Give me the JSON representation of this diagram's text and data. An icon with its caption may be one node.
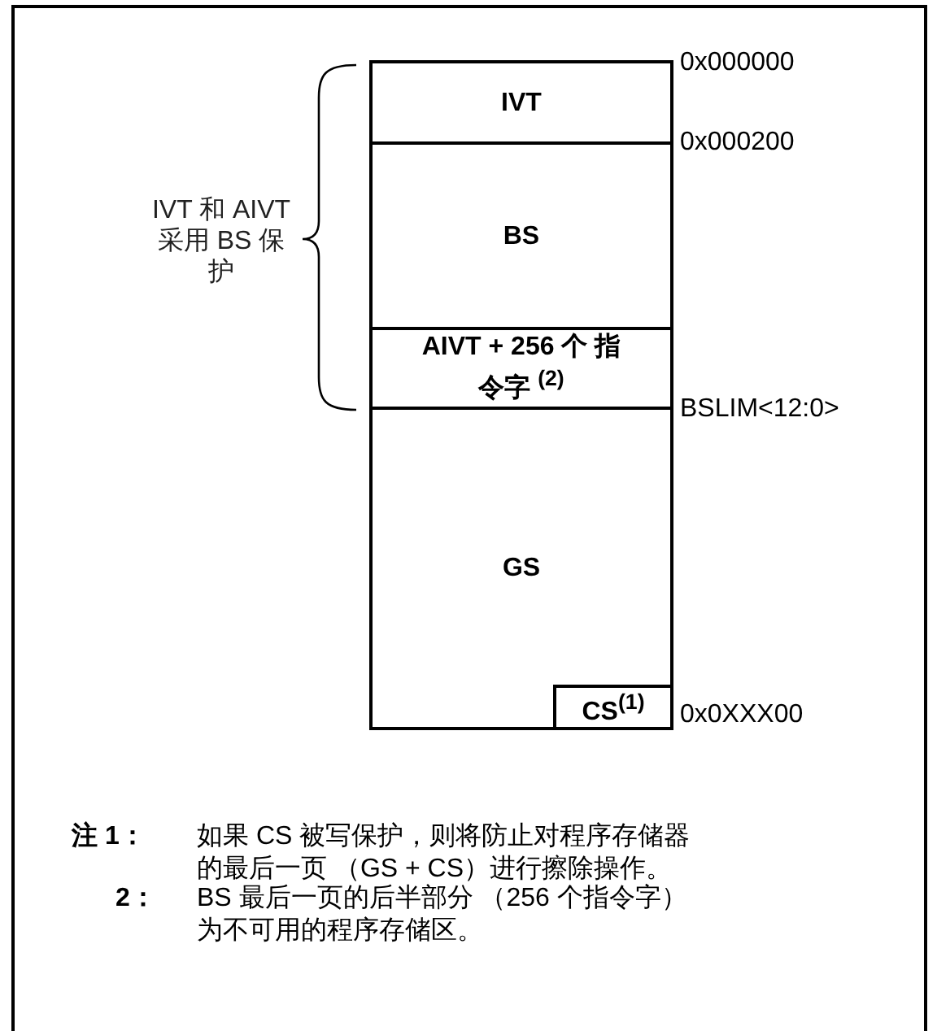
{
  "diagram": {
    "nodes": [
      {
        "text": [
          "IVT"
        ]
      },
      {
        "text": [
          "BS"
        ]
      },
      {
        "text": [
          "AIVT + 256 个 指令字 $^{(2)}$"
        ]
      },
      {
        "text": [
          "GS"
        ]
      },
      {
        "text": [
          "CS$^{(1)}$"
        ],
        "in": 3
      }
    ],
    "edges": [],
    "labels": [
      "0x000000",
      "0x000200",
      "IVT 和 AIVT 采用 BS 保护",
      "BSLIM<12:0>",
      "0x0XXX00",
      "注 1：",
      "如果 CS 被写保护，则将防止对程序存储器的最后一页 （GS + CS）进行擦除操作。",
      "2：",
      "BS 最后一页的后半部分 （256 个指令字）为不可用的程序存储区。"
    ]
  }
}
